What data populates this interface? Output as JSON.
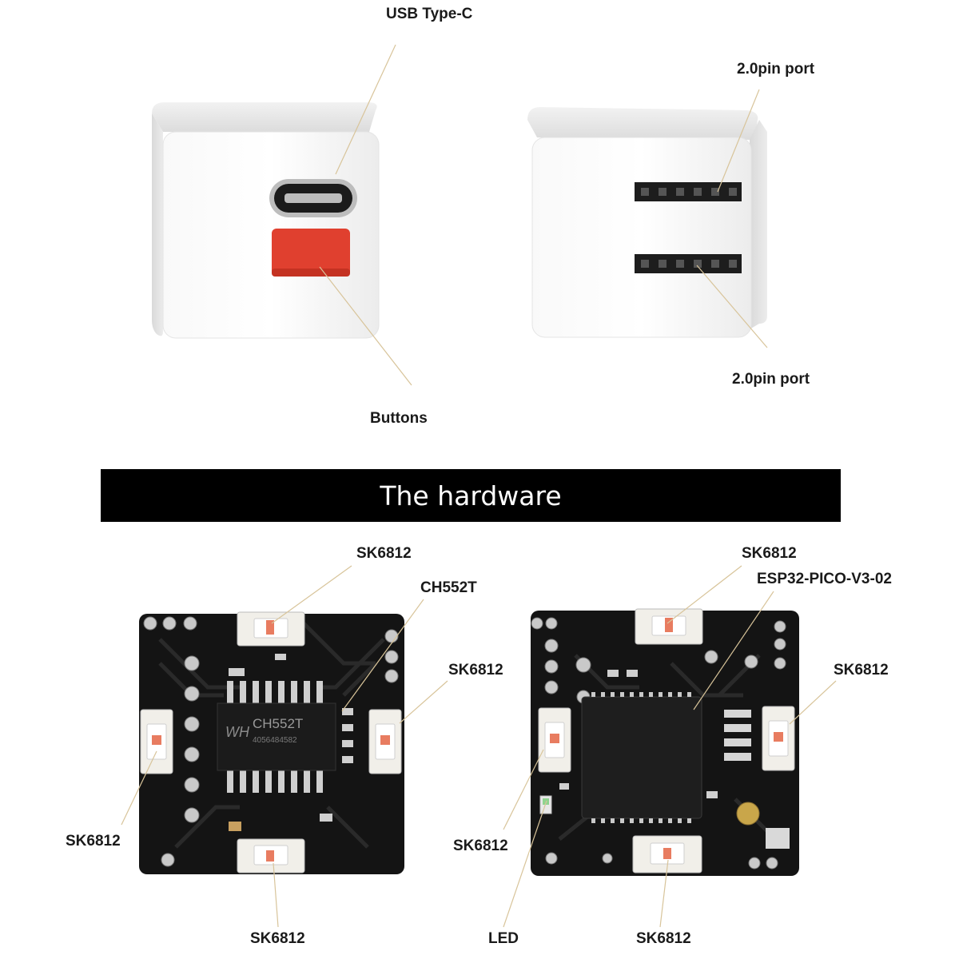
{
  "top": {
    "left_cube": {
      "usb_label": "USB Type-C",
      "buttons_label": "Buttons"
    },
    "right_cube": {
      "port_top_label": "2.0pin port",
      "port_bottom_label": "2.0pin port"
    }
  },
  "banner": {
    "title": "The hardware"
  },
  "left_board": {
    "chip_text": "CH552T",
    "chip_subtext": "4056484582",
    "labels": {
      "sk_top": "SK6812",
      "chip": "CH552T",
      "sk_right": "SK6812",
      "sk_left": "SK6812",
      "sk_bottom": "SK6812"
    }
  },
  "right_board": {
    "labels": {
      "sk_top": "SK6812",
      "esp": "ESP32-PICO-V3-02",
      "sk_right": "SK6812",
      "sk_left": "SK6812",
      "led": "LED",
      "sk_bottom": "SK6812"
    }
  },
  "colors": {
    "button_red": "#e0402f",
    "banner_bg": "#000000",
    "pcb": "#141414",
    "leader": "#d8c49a"
  }
}
